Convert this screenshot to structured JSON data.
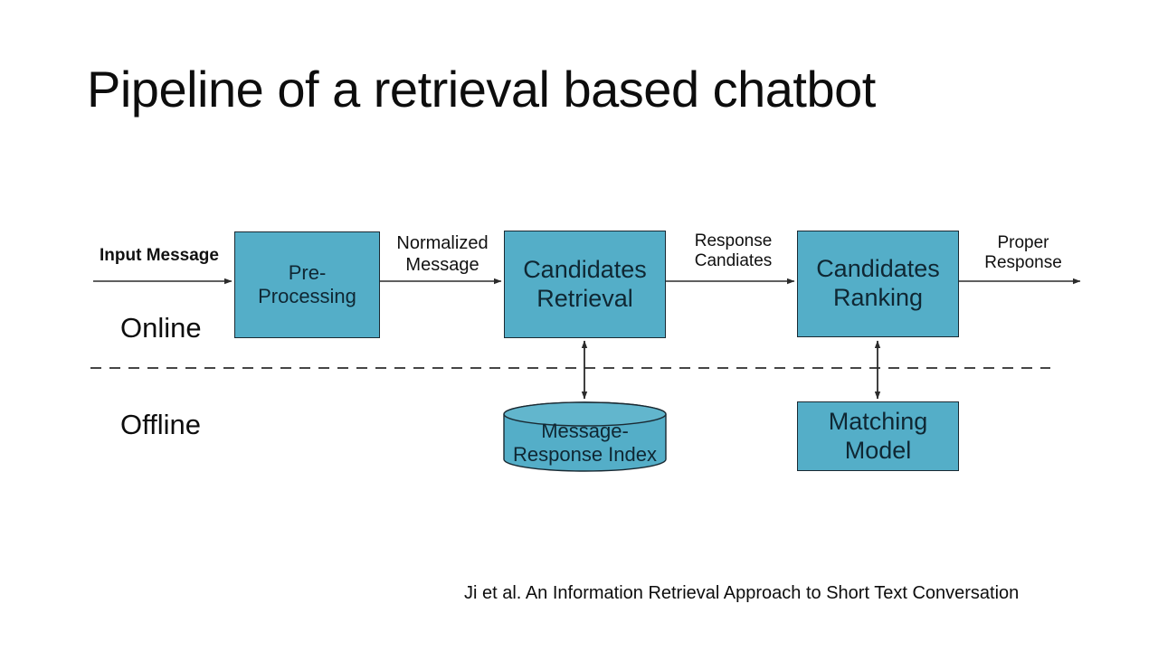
{
  "slide": {
    "title": "Pipeline of a retrieval based chatbot",
    "citation": "Ji et al. An Information Retrieval Approach to Short Text Conversation",
    "background_color": "#ffffff"
  },
  "theme": {
    "box_fill": "#54AEC8",
    "box_border": "#1a2a33",
    "text_color": "#0f2733",
    "arrow_color": "#2b2b2b"
  },
  "diagram": {
    "type": "flowchart",
    "zones": [
      {
        "name": "online-zone",
        "label": "Online"
      },
      {
        "name": "offline-zone",
        "label": "Offline"
      }
    ],
    "divider": {
      "name": "online-offline-divider",
      "style": "dashed"
    },
    "nodes": [
      {
        "id": "pre-processing",
        "shape": "rectangle",
        "zone": "online",
        "lines": [
          "Pre-",
          "Processing"
        ]
      },
      {
        "id": "candidates-retrieval",
        "shape": "rectangle",
        "zone": "online",
        "lines": [
          "Candidates",
          "Retrieval"
        ]
      },
      {
        "id": "candidates-ranking",
        "shape": "rectangle",
        "zone": "online",
        "lines": [
          "Candidates",
          "Ranking"
        ]
      },
      {
        "id": "message-response-index",
        "shape": "cylinder",
        "zone": "offline",
        "lines": [
          "Message-",
          "Response Index"
        ]
      },
      {
        "id": "matching-model",
        "shape": "rectangle",
        "zone": "offline",
        "lines": [
          "Matching",
          "Model"
        ]
      }
    ],
    "edges": [
      {
        "id": "input-to-preprocessing",
        "from": "input",
        "to": "pre-processing",
        "arrow": "single",
        "lines": [
          "Input Message"
        ]
      },
      {
        "id": "preprocessing-to-retrieval",
        "from": "pre-processing",
        "to": "candidates-retrieval",
        "arrow": "single",
        "lines": [
          "Normalized",
          "Message"
        ]
      },
      {
        "id": "retrieval-to-ranking",
        "from": "candidates-retrieval",
        "to": "candidates-ranking",
        "arrow": "single",
        "lines": [
          "Response",
          "Candiates"
        ]
      },
      {
        "id": "ranking-to-output",
        "from": "candidates-ranking",
        "to": "output",
        "arrow": "single",
        "lines": [
          "Proper",
          "Response"
        ]
      },
      {
        "id": "index-to-retrieval",
        "from": "message-response-index",
        "to": "candidates-retrieval",
        "arrow": "double",
        "lines": []
      },
      {
        "id": "matching-model-to-ranking",
        "from": "matching-model",
        "to": "candidates-ranking",
        "arrow": "double",
        "lines": []
      }
    ]
  }
}
